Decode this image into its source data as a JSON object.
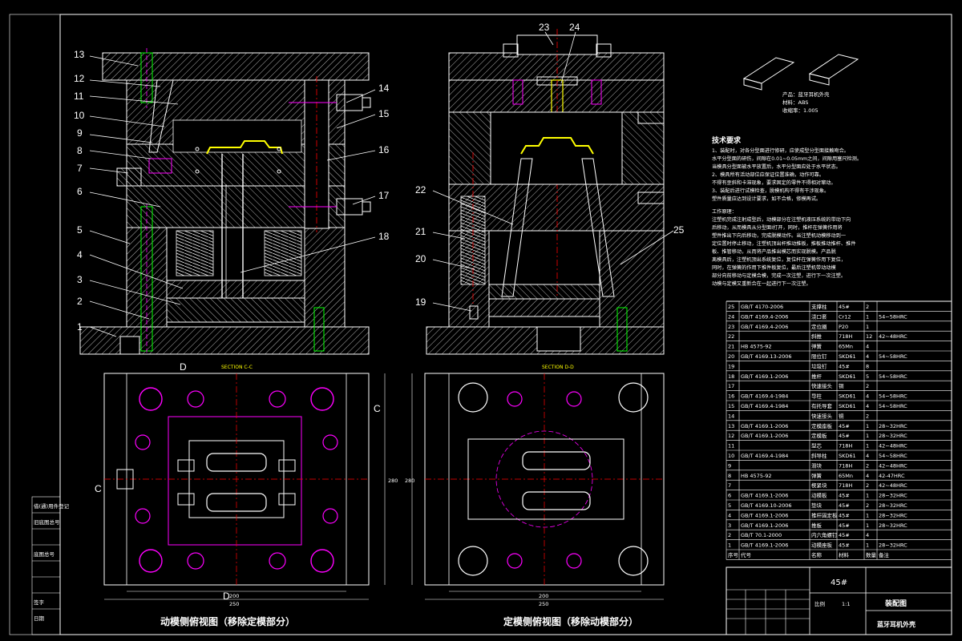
{
  "front_view": {
    "callouts": [
      {
        "label": "13"
      },
      {
        "label": "12"
      },
      {
        "label": "11"
      },
      {
        "label": "10"
      },
      {
        "label": "9"
      },
      {
        "label": "8"
      },
      {
        "label": "7"
      },
      {
        "label": "6"
      },
      {
        "label": "5"
      },
      {
        "label": "4"
      },
      {
        "label": "3"
      },
      {
        "label": "2"
      },
      {
        "label": "1"
      },
      {
        "label": "14"
      },
      {
        "label": "15"
      },
      {
        "label": "16"
      },
      {
        "label": "17"
      },
      {
        "label": "18"
      }
    ]
  },
  "side_view": {
    "callouts": [
      {
        "label": "23"
      },
      {
        "label": "24"
      },
      {
        "label": "22"
      },
      {
        "label": "21"
      },
      {
        "label": "20"
      },
      {
        "label": "19"
      },
      {
        "label": "25"
      }
    ]
  },
  "plan_left": {
    "section_label": "SECTION C-C",
    "mark_d_top": "D",
    "mark_d_bottom": "D",
    "mark_c_left": "C",
    "mark_c_right": "C",
    "dim_width": "250",
    "dim_inner": "200",
    "dim_height": "280",
    "caption": "动模侧俯视图（移除定模部分）"
  },
  "plan_right": {
    "section_label": "SECTION D-D",
    "dim_width": "250",
    "dim_inner": "200",
    "dim_height": "280",
    "caption": "定模侧俯视图（移除动模部分）"
  },
  "product": {
    "line1": "产品：蓝牙耳机外壳",
    "line2": "材料：ABS",
    "line3": "收缩率：1.005"
  },
  "tech": {
    "title": "技术要求",
    "lines": [
      "1、装配时，对各分型面进行修研，应使成型分型面接触吻合。",
      "水平分型面的研伤，间隙在0.01~0.05mm之间，间隙用塞尺检测。",
      "当模具分型面被水平放置后，水平分型面应处于水平状态。",
      "2、模具所有活动部位应保证位置准确，动作可靠。",
      "不得有歪斜和卡滞现象，要求固定的零件不得相对窜动。",
      "3、装配后进行试模检查，脱模机构不得有干涉现象。",
      "塑件质量应达到设计要求，如不合格，修模再试。"
    ],
    "work_title": "工作原理：",
    "work_lines": [
      "注塑机完成注射成型后，动模部分在注塑机液压系统的带动下向",
      "后移动，从而模具从分型面I打开，同时，推杆在弹簧作用将",
      "塑件推出下向后移动，完成脱模动作。当注塑机动模移动到一",
      "定位置时停止移动，注塑机顶出杆推动推板，推板推动推杆、推件",
      "板、推管移动，从而将产品推出模芯而实现脱模。产品脱",
      "离模具后，注塑机顶出系统复位，复位杆在弹簧作用下复位，",
      "同时，在弹簧的作用下推件板复位，最后注塑机带动动模",
      "部分向前移动与定模合模，完成一次注塑，进行下一次注塑。",
      "动模与定模又重新合在一起进行下一次注塑。"
    ]
  },
  "bom": {
    "rows": [
      [
        "25",
        "GB/T 4170-2006",
        "支撑柱",
        "45#",
        "2",
        ""
      ],
      [
        "24",
        "GB/T 4169.4-2006",
        "浇口套",
        "Cr12",
        "1",
        "54~58HRC"
      ],
      [
        "23",
        "GB/T 4169.4-2006",
        "定位圈",
        "P20",
        "1",
        ""
      ],
      [
        "22",
        "",
        "斜推",
        "718H",
        "12",
        "42~48HRC"
      ],
      [
        "21",
        "HB 4575-92",
        "弹簧",
        "65Mn",
        "4",
        ""
      ],
      [
        "20",
        "GB/T 4169.13-2006",
        "限位钉",
        "SKD61",
        "4",
        "54~58HRC"
      ],
      [
        "19",
        "",
        "垃圾钉",
        "45#",
        "8",
        ""
      ],
      [
        "18",
        "GB/T 4169.1-2006",
        "推杆",
        "SKD61",
        "5",
        "54~58HRC"
      ],
      [
        "17",
        "",
        "快速接头",
        "铜",
        "2",
        ""
      ],
      [
        "16",
        "GB/T 4169.4-1984",
        "导柱",
        "SKD61",
        "4",
        "54~58HRC"
      ],
      [
        "15",
        "GB/T 4169.4-1984",
        "有托导套",
        "SKD61",
        "4",
        "54~58HRC"
      ],
      [
        "14",
        "",
        "快速接头",
        "铜",
        "2",
        ""
      ],
      [
        "13",
        "GB/T 4169.1-2006",
        "定模座板",
        "45#",
        "1",
        "28~32HRC"
      ],
      [
        "12",
        "GB/T 4169.1-2006",
        "定模板",
        "45#",
        "1",
        "28~32HRC"
      ],
      [
        "11",
        "",
        "型芯",
        "718H",
        "1",
        "42~48HRC"
      ],
      [
        "10",
        "GB/T 4169.4-1984",
        "斜导柱",
        "SKD61",
        "4",
        "54~58HRC"
      ],
      [
        "9",
        "",
        "滑块",
        "718H",
        "2",
        "42~48HRC"
      ],
      [
        "8",
        "HB 4575-92",
        "弹簧",
        "65Mn",
        "4",
        "42-47HRC"
      ],
      [
        "7",
        "",
        "楔紧块",
        "718H",
        "2",
        "42~48HRC"
      ],
      [
        "6",
        "GB/T 4169.1-2006",
        "动模板",
        "45#",
        "1",
        "28~32HRC"
      ],
      [
        "5",
        "GB/T 4169.10-2006",
        "垫块",
        "45#",
        "2",
        "28~32HRC"
      ],
      [
        "4",
        "GB/T 4169.1-2006",
        "推杆固定板",
        "45#",
        "1",
        "28~32HRC"
      ],
      [
        "3",
        "GB/T 4169.1-2006",
        "推板",
        "45#",
        "1",
        "28~32HRC"
      ],
      [
        "2",
        "GB/T 70.1-2000",
        "内六角螺钉",
        "45#",
        "4",
        ""
      ],
      [
        "1",
        "GB/T 4169.1-2006",
        "动模座板",
        "45#",
        "1",
        "28~32HRC"
      ]
    ],
    "header": [
      "序号",
      "代号",
      "名称",
      "材料",
      "数量",
      "备注"
    ]
  },
  "title_block": {
    "material": "45#",
    "drawing_name": "装配图",
    "product_name": "蓝牙耳机外壳",
    "scale_label": "比例",
    "scale_value": "1:1"
  },
  "left_strip": {
    "labels": [
      "借(通)用件登记",
      "旧底图总号",
      "底图总号",
      "签字",
      "日期"
    ]
  },
  "colors": {
    "background": "#000000",
    "line_white": "#ffffff",
    "hatch": "#ffffff",
    "magenta": "#ff00ff",
    "red_center": "#ff0000",
    "yellow_part": "#ffff00",
    "green": "#00ff00",
    "cyan": "#00ffff"
  }
}
